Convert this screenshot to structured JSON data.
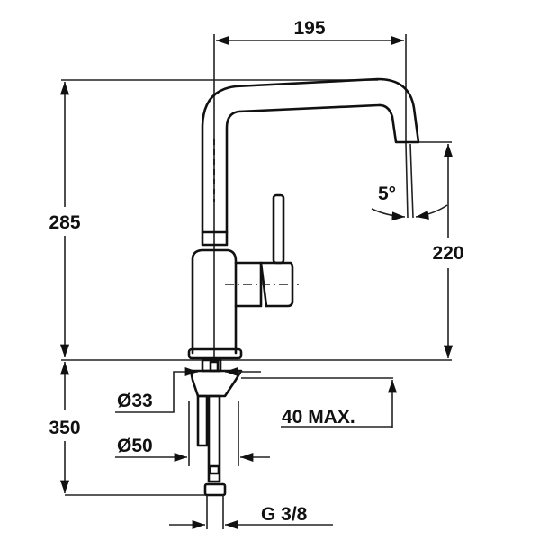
{
  "drawing": {
    "title": "Kitchen faucet dimension drawing",
    "units": "mm",
    "line_color": "#111111",
    "background": "#ffffff"
  },
  "dimensions": {
    "spout_reach": "195",
    "spout_angle": "5°",
    "total_height": "285",
    "outlet_height": "220",
    "below_deck_length": "350",
    "shank_diameter": "Ø33",
    "hole_diameter": "Ø50",
    "deck_thickness": "40 MAX.",
    "connection_thread": "G 3/8"
  }
}
